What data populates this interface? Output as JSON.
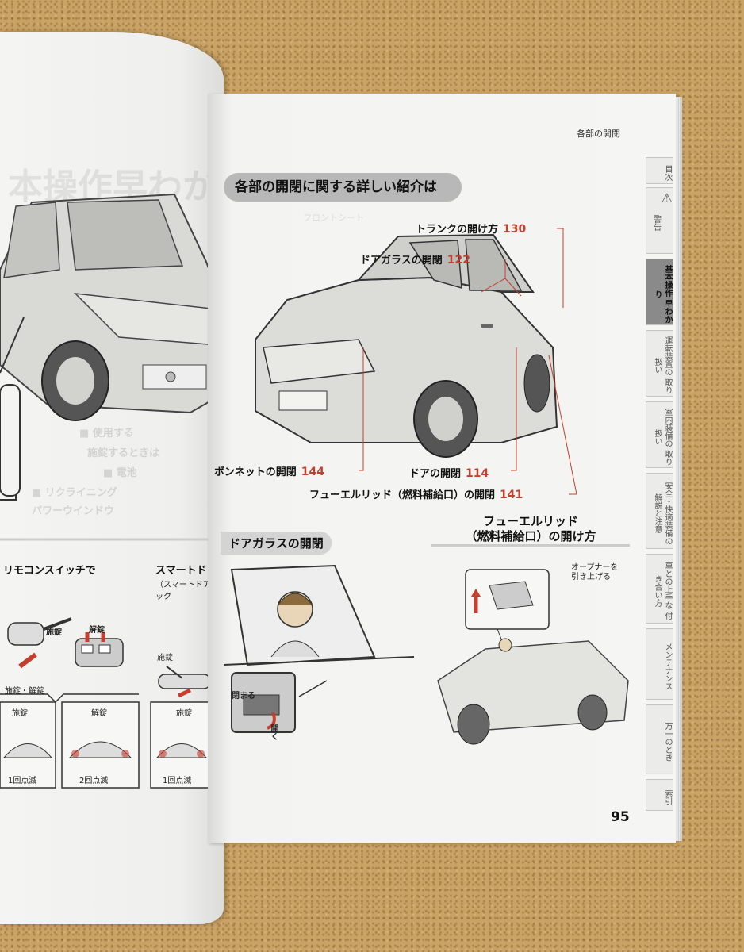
{
  "left_page": {
    "remote_heading": "リモコンスイッチで",
    "smart_heading": "スマートドア",
    "smart_sub": "（スマートドアロック",
    "lock_label": "施錠",
    "unlock_label": "解錠",
    "lock_unlock_label": "施錠・解錠",
    "lock_label_2": "施錠",
    "panel_lock": "施錠",
    "panel_unlock": "解錠",
    "panel_lock_2": "施錠",
    "blink_once": "1回点滅",
    "blink_twice": "2回点滅",
    "blink_once_2": "1回点滅"
  },
  "right_page": {
    "running_head": "各部の開閉",
    "section_title": "各部の開閉に関する詳しい紹介は",
    "callouts": {
      "trunk": {
        "label": "トランクの開け方",
        "page": "130"
      },
      "door_glass": {
        "label": "ドアガラスの開閉",
        "page": "122"
      },
      "bonnet": {
        "label": "ボンネットの開閉",
        "page": "144"
      },
      "door": {
        "label": "ドアの開閉",
        "page": "114"
      },
      "fuel_lid": {
        "label": "フューエルリッド（燃料補給口）の開閉",
        "page": "141"
      }
    },
    "door_glass_heading": "ドアガラスの開閉",
    "fuel_heading_line1": "フューエルリッド",
    "fuel_heading_line2": "（燃料補給口）の開け方",
    "opener_note_1": "オープナーを",
    "opener_note_2": "引き上げる",
    "switch_close": "閉まる",
    "switch_open": "開く",
    "page_number": "95"
  },
  "tabs": [
    {
      "label": "目次",
      "active": false
    },
    {
      "label": "警告",
      "active": false
    },
    {
      "label": "基本操作 早わかり",
      "active": true
    },
    {
      "label": "運転装置の 取り扱い",
      "active": false
    },
    {
      "label": "室内装備の 取り扱い",
      "active": false
    },
    {
      "label": "安全・快適装備の解説と注意",
      "active": false
    },
    {
      "label": "車との上手な 付き合い方",
      "active": false
    },
    {
      "label": "メンテナンス",
      "active": false
    },
    {
      "label": "万一のとき",
      "active": false
    },
    {
      "label": "索引",
      "active": false
    }
  ],
  "colors": {
    "page_ref": "#c63e2e",
    "pill": "#b8b8b8",
    "active_tab": "#8a8a8a",
    "desk": "#c9a265"
  }
}
